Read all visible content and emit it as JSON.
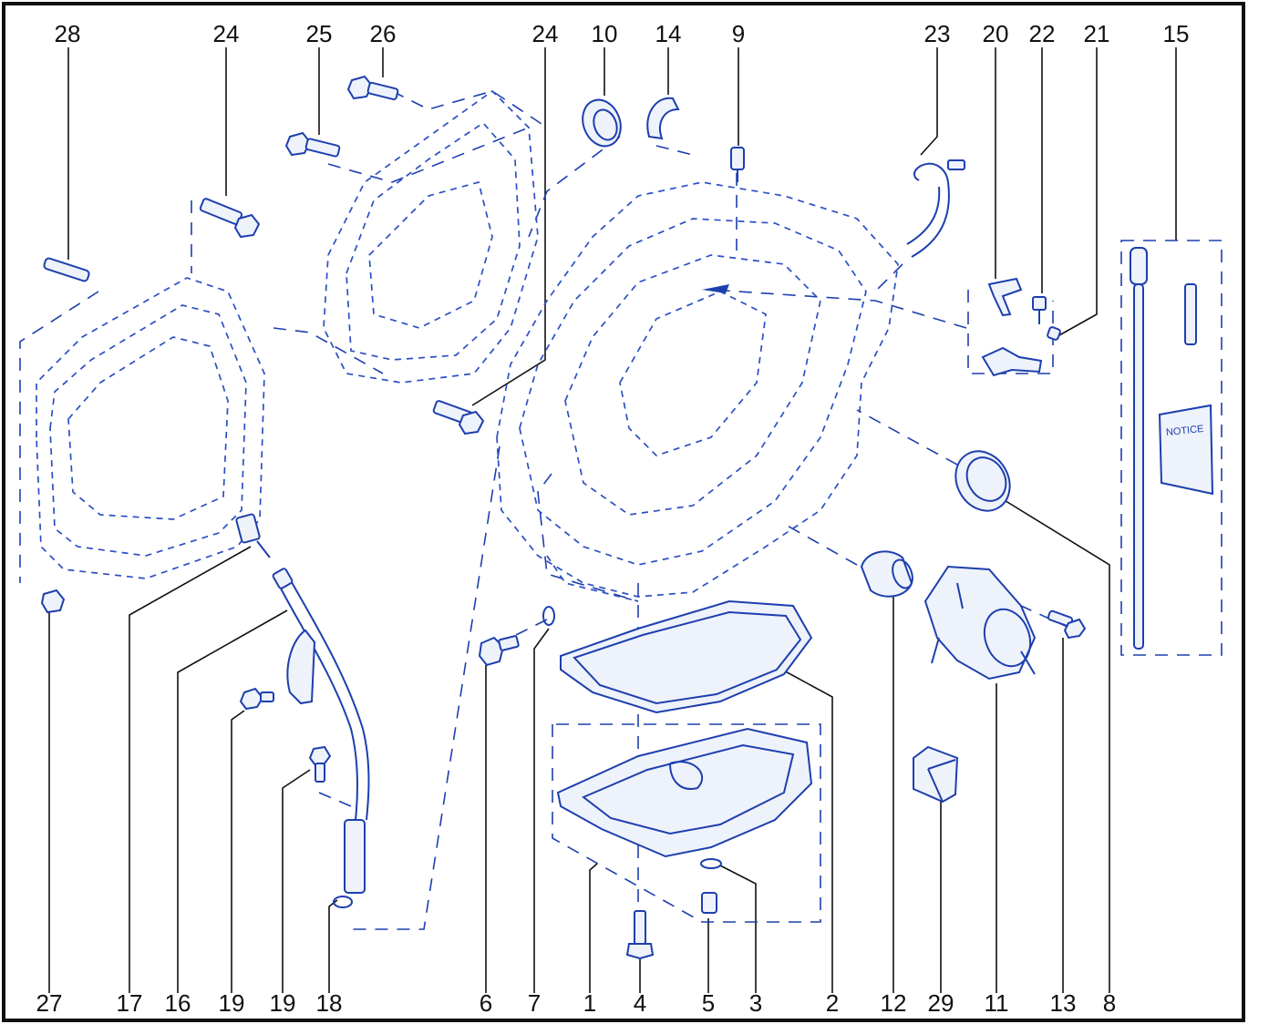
{
  "colors": {
    "line": "#1d3fae",
    "text": "#111111",
    "border": "#111111",
    "background": "#ffffff"
  },
  "notice_text": "NOTICE",
  "top_labels": [
    "28",
    "24",
    "25",
    "26",
    "24",
    "10",
    "14",
    "9",
    "23",
    "20",
    "22",
    "21",
    "15"
  ],
  "bottom_labels": [
    "27",
    "17",
    "16",
    "19",
    "19",
    "18",
    "6",
    "7",
    "1",
    "4",
    "5",
    "3",
    "2",
    "12",
    "29",
    "11",
    "13",
    "8"
  ]
}
